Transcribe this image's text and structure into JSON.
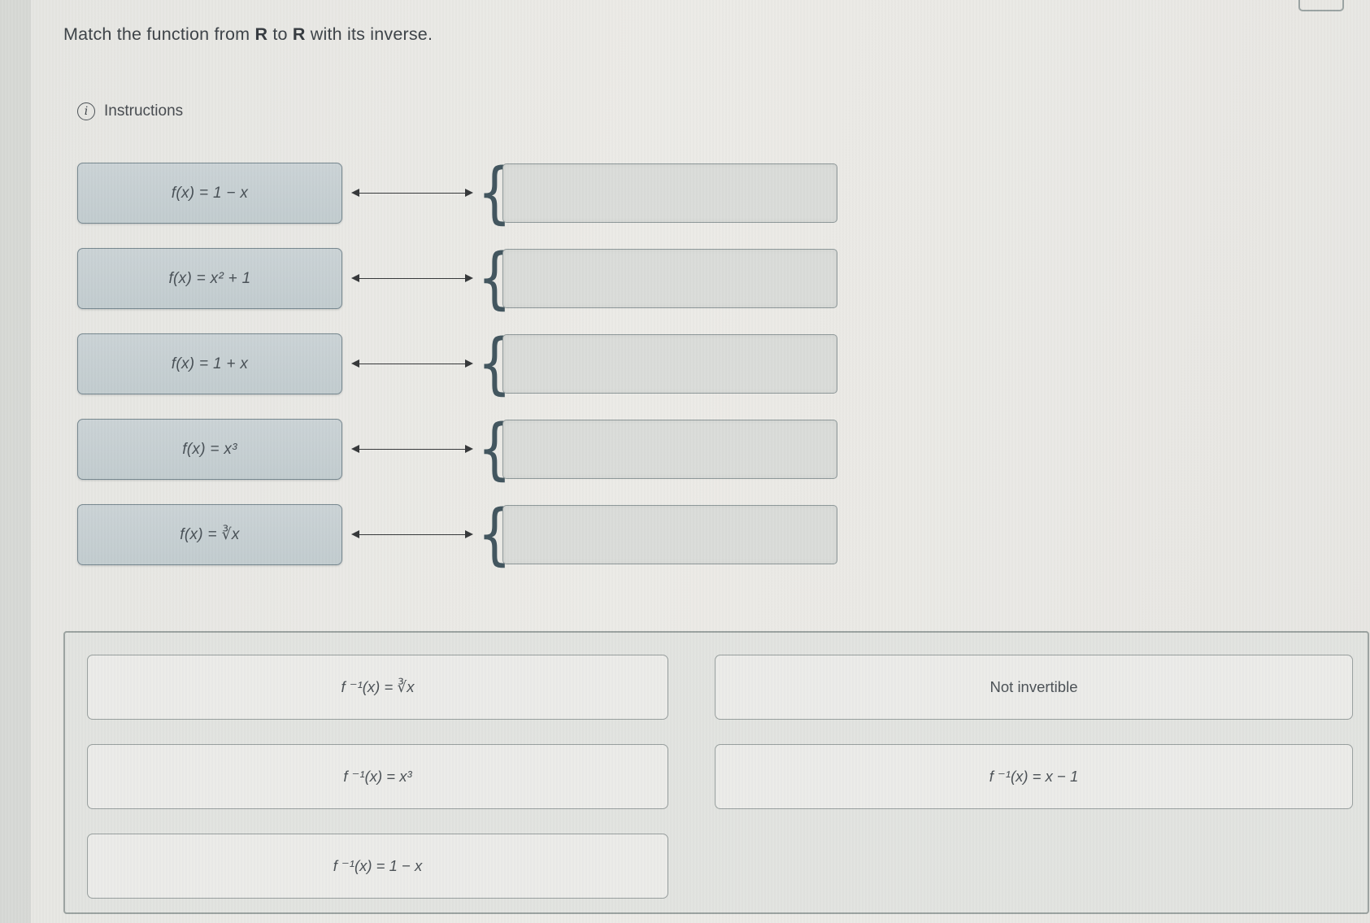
{
  "page": {
    "title_parts": [
      "Match the function from ",
      "R",
      " to ",
      "R",
      " with its inverse."
    ],
    "instructions_label": "Instructions",
    "info_icon_glyph": "i",
    "brace_glyph": "{"
  },
  "match_rows": [
    {
      "function": "f(x) = 1 − x"
    },
    {
      "function": "f(x) = x² + 1"
    },
    {
      "function": "f(x) = 1 + x"
    },
    {
      "function": "f(x) = x³"
    },
    {
      "function": "f(x) = ∛x"
    }
  ],
  "answers": {
    "options": [
      {
        "label": "f ⁻¹(x) = ∛x",
        "kind": "math"
      },
      {
        "label": "Not invertible",
        "kind": "text"
      },
      {
        "label": "f ⁻¹(x) = x³",
        "kind": "math"
      },
      {
        "label": "f ⁻¹(x) = x − 1",
        "kind": "math"
      },
      {
        "label": "f ⁻¹(x) = 1 − x",
        "kind": "math"
      }
    ]
  },
  "colors": {
    "background": "#eae9e5",
    "tile_fill": "#c6cfd3",
    "tile_border": "#76878f",
    "dropzone_fill": "#dadcd9",
    "dropzone_border": "#8d9798",
    "answer_fill": "#ecece9",
    "answer_border": "#979e9d",
    "bank_fill": "#e2e3e0",
    "brace_color": "#40545d",
    "arrow_color": "#343638",
    "text_color": "#474f55"
  }
}
